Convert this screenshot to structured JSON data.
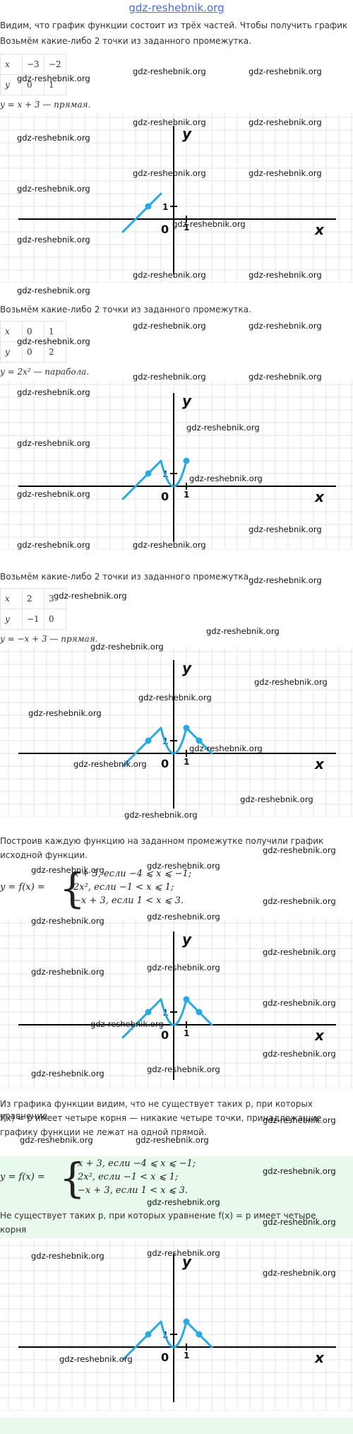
{
  "site_title": "gdz-reshebnik.org",
  "watermark": "gdz-reshebnik.org",
  "paragraphs": {
    "p1": "Видим, что график функции состоит из трёх частей. Чтобы получить график",
    "pick": "Возьмём какие-либо 2 точки из заданного промежутка.",
    "line1": "y = x + 3 — прямая.",
    "line2": "y = 2x² — парабола.",
    "line3": "y = −x + 3 — прямая.",
    "result1": "Построив каждую функцию на заданном промежутке получили график",
    "result2": "исходной функции.",
    "concl1": "Из графика функции видим, что не существует таких p, при которых уравнение",
    "concl2": "f(x) = p имеет четыре корня — никакие четыре точки, принадлежащие",
    "concl3": "графику функции не лежат на одной прямой.",
    "answer1": "Не существует таких p, при которых уравнение f(x) = p имеет четыре",
    "answer2": "корня"
  },
  "tables": {
    "t1": {
      "x": [
        "x",
        "−3",
        "−2"
      ],
      "y": [
        "y",
        "0",
        "1"
      ]
    },
    "t2": {
      "x": [
        "x",
        "0",
        "1"
      ],
      "y": [
        "y",
        "0",
        "2"
      ]
    },
    "t3": {
      "x": [
        "x",
        "2",
        "3"
      ],
      "y": [
        "y",
        "−1",
        "0"
      ]
    }
  },
  "system": {
    "lhs": "y = f(x) =",
    "rows": [
      "x + 3,  если  −4 ⩽ x ⩽ −1;",
      "2x²,  если  −1 < x ⩽ 1;",
      "−x + 3,  если 1 < x ⩽ 3."
    ]
  },
  "axes": {
    "x_label": "x",
    "y_label": "y",
    "origin": "0",
    "unit": "1"
  },
  "colors": {
    "curve": "#29a9e1",
    "grid": "#e6e6e6",
    "answer_bg": "#e9f9ec",
    "title": "#4a6fd6"
  }
}
